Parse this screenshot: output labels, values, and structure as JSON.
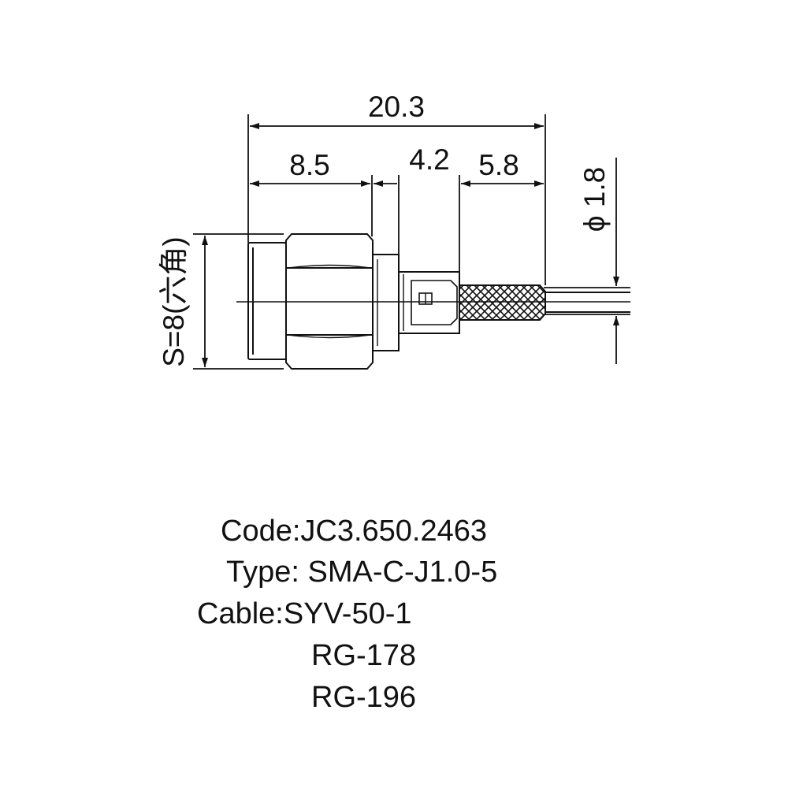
{
  "dimensions": {
    "overall_length": "20.3",
    "hex_section": "8.5",
    "middle_section": "4.2",
    "crimp_section": "5.8",
    "cable_diameter": "ϕ 1.8",
    "hex_size": "S=8(六角)"
  },
  "specs": {
    "code": "Code:JC3.650.2463",
    "type": "Type: SMA-C-J1.0-5",
    "cable": "Cable:SYV-50-1",
    "cable_alt_1": "RG-178",
    "cable_alt_2": "RG-196"
  }
}
